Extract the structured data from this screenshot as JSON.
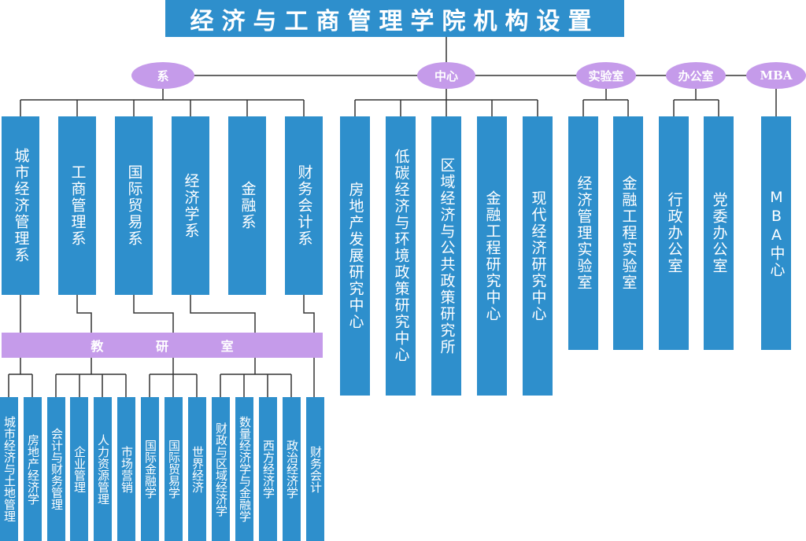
{
  "title": "经济与工商管理学院机构设置",
  "categories": [
    {
      "id": "xi",
      "label": "系"
    },
    {
      "id": "zhongxin",
      "label": "中心"
    },
    {
      "id": "shiyanshi",
      "label": "实验室"
    },
    {
      "id": "bangongshi",
      "label": "办公室"
    },
    {
      "id": "mba",
      "label": "MBA"
    }
  ],
  "departments": [
    "城市经济管理系",
    "工商管理系",
    "国际贸易系",
    "经济学系",
    "金融系",
    "财务会计系"
  ],
  "centers": [
    "房地产发展研究中心",
    "低碳经济与环境政策研究中心",
    "区域经济与公共政策研究所",
    "金融工程研究中心",
    "现代经济研究中心"
  ],
  "labs": [
    "经济管理实验室",
    "金融工程实验室"
  ],
  "offices": [
    "行政办公室",
    "党委办公室"
  ],
  "mba_units": [
    "MBA中心"
  ],
  "teaching_bar": {
    "chars": [
      "教",
      "研",
      "室"
    ]
  },
  "teaching_groups": [
    "城市经济与土地管理",
    "房地产经济学",
    "会计与财务管理",
    "企业管理",
    "人力资源管理",
    "市场营销",
    "国际金融学",
    "国际贸易学",
    "世界经济",
    "财政与区域经济学",
    "数量经济学与金融学",
    "西方经济学",
    "政治经济学",
    "财务会计"
  ],
  "colors": {
    "box": "#2E8FCC",
    "ellipse": "#C59BEA",
    "line": "#333333"
  }
}
